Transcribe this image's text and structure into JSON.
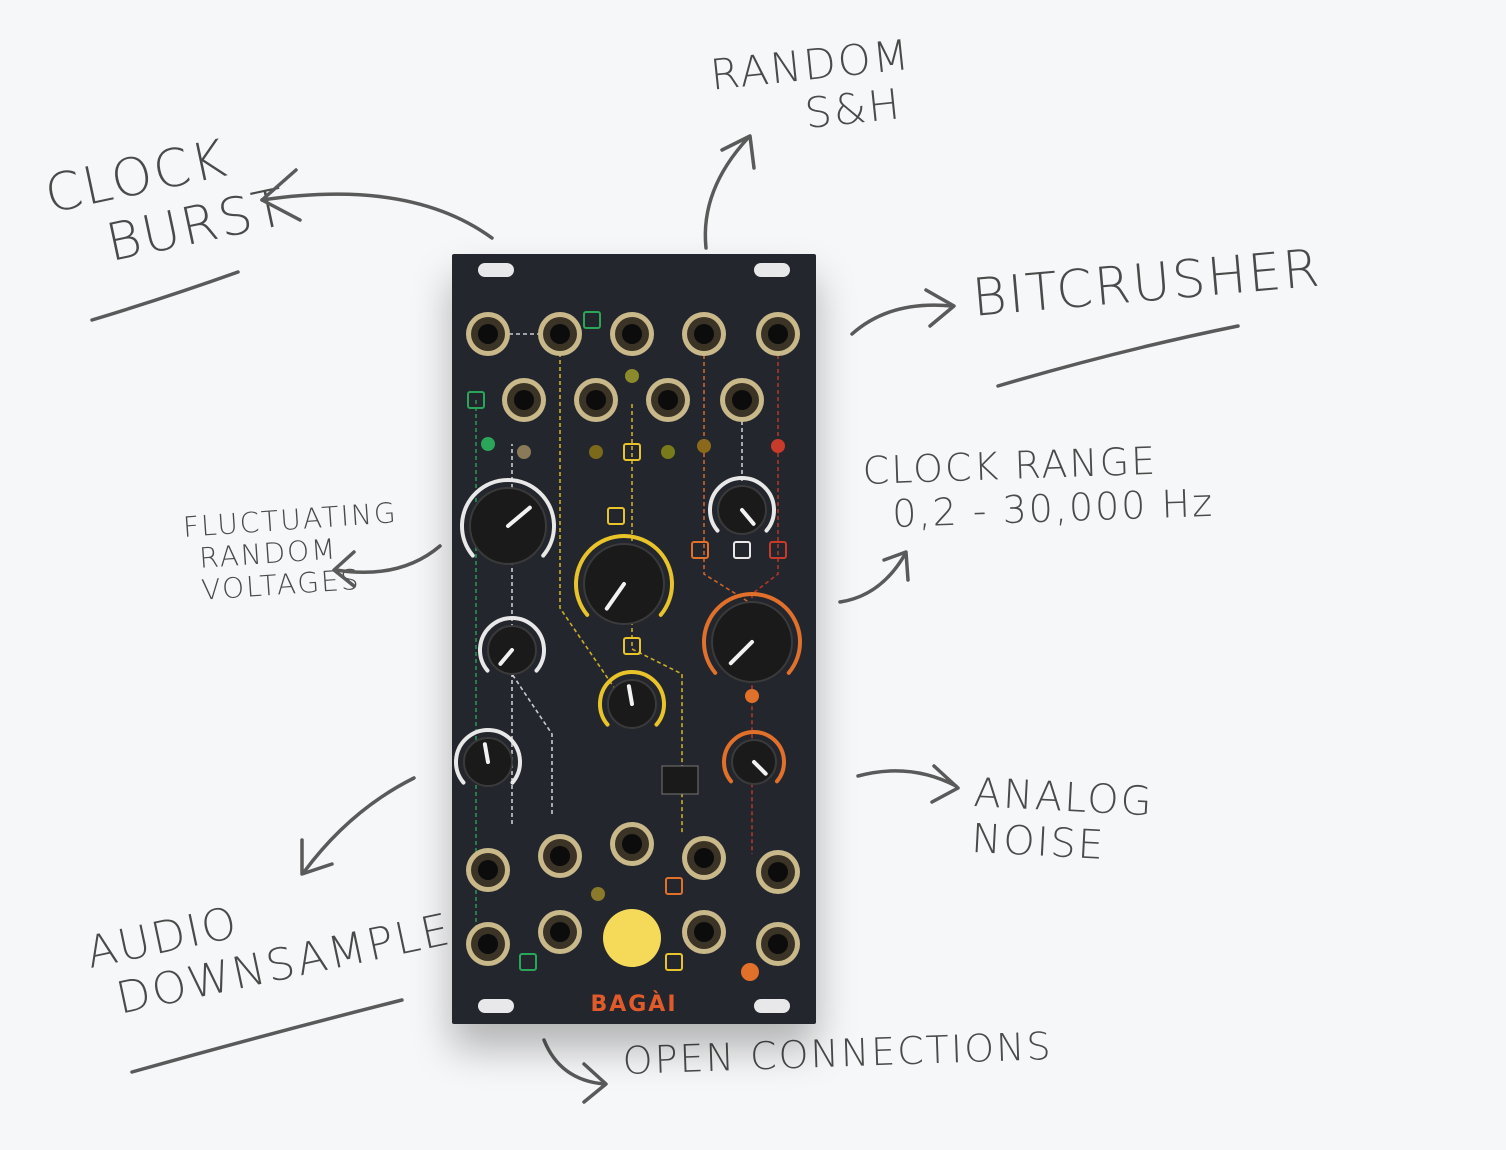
{
  "annotations": {
    "clock_burst": [
      "CLOCK",
      "BURST"
    ],
    "random_sh": [
      "RANDOM",
      "S&H"
    ],
    "bitcrusher": "BITCRUSHER",
    "clock_range": [
      "CLOCK RANGE",
      "0,2 - 30,000 Hz"
    ],
    "fluctuating": [
      "FLUCTUATING",
      "RANDOM",
      "VOLTAGES"
    ],
    "analog_noise": [
      "ANALOG",
      "NOISE"
    ],
    "audio_downsampler": [
      "AUDIO",
      "DOWNSAMPLER"
    ],
    "open_connections": "OPEN CONNECTIONS"
  },
  "module": {
    "brand": "BAGÀI",
    "colors": {
      "panel": "#24262e",
      "green": "#2aa55a",
      "yellow": "#e8c42a",
      "orange": "#e0702a",
      "red": "#c83a2a",
      "white": "#e8e8e8",
      "button": "#f5da5a"
    }
  }
}
